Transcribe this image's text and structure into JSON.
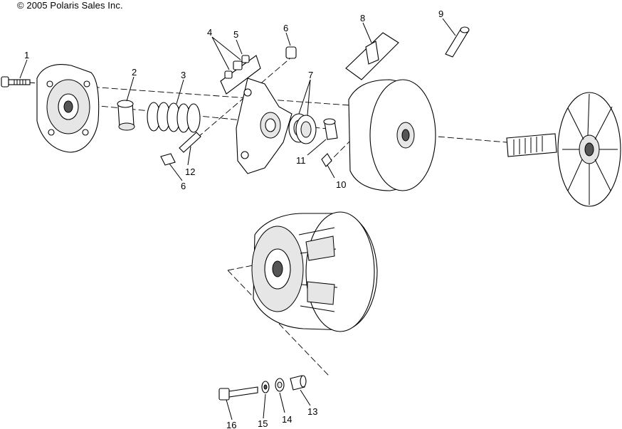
{
  "copyright": "© 2005 Polaris Sales Inc.",
  "callouts": [
    "1",
    "2",
    "3",
    "4",
    "5",
    "6",
    "6",
    "7",
    "8",
    "9",
    "10",
    "11",
    "12",
    "13",
    "14",
    "15",
    "16"
  ]
}
